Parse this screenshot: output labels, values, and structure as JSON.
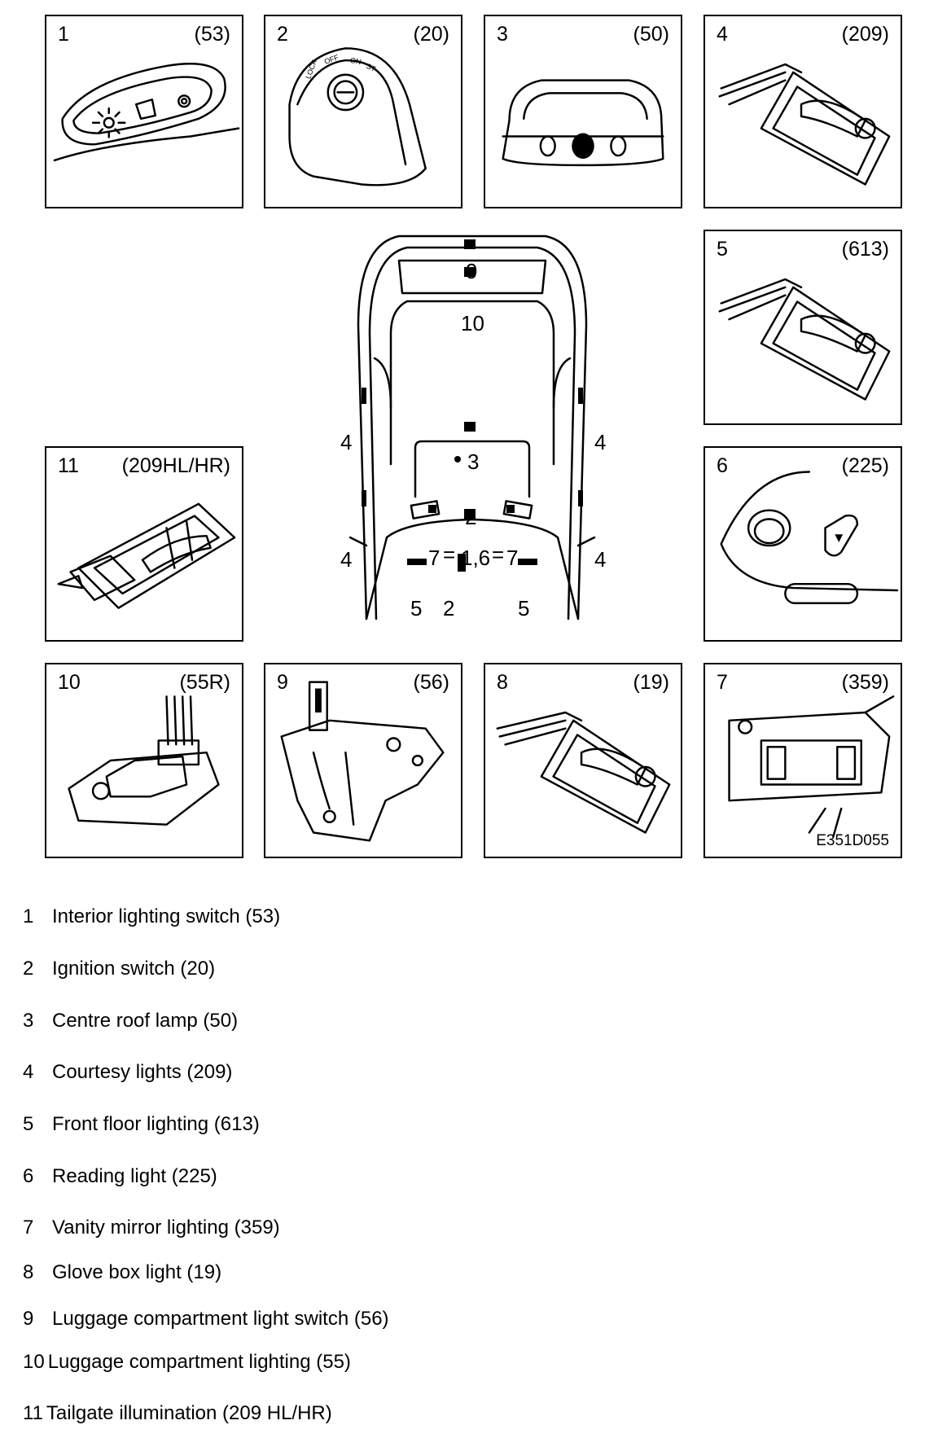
{
  "panels": [
    {
      "num": "1",
      "code": "(53)"
    },
    {
      "num": "2",
      "code": "(20)"
    },
    {
      "num": "3",
      "code": "(50)"
    },
    {
      "num": "4",
      "code": "(209)"
    },
    {
      "num": "5",
      "code": "(613)"
    },
    {
      "num": "11",
      "code": "(209HL/HR)"
    },
    {
      "num": "6",
      "code": "(225)"
    },
    {
      "num": "10",
      "code": "(55R)"
    },
    {
      "num": "9",
      "code": "(56)"
    },
    {
      "num": "8",
      "code": "(19)"
    },
    {
      "num": "7",
      "code": "(359)"
    }
  ],
  "ignition_texts": [
    "LOCK",
    "OFF",
    "ON",
    "ST"
  ],
  "figure_ref": "E351D055",
  "car_labels": {
    "l9": "9",
    "l10": "10",
    "l3": "3",
    "l2dot": "2",
    "l4a": "4",
    "l4b": "4",
    "l4c": "4",
    "l4d": "4",
    "l7a": "7",
    "l16": "1,6",
    "l7b": "7",
    "l5a": "5",
    "l2": "2",
    "l5b": "5"
  },
  "legend": [
    {
      "num": "1",
      "text": "Interior lighting switch (53)"
    },
    {
      "num": "2",
      "text": "Ignition switch (20)"
    },
    {
      "num": "3",
      "text": "Centre roof lamp (50)"
    },
    {
      "num": "4",
      "text": "Courtesy lights (209)"
    },
    {
      "num": "5",
      "text": "Front floor lighting (613)"
    },
    {
      "num": "6",
      "text": "Reading light (225)"
    },
    {
      "num": "7",
      "text": "Vanity mirror lighting (359)"
    },
    {
      "num": "8",
      "text": "Glove box light (19)"
    },
    {
      "num": "9",
      "text": "Luggage compartment light switch (56)"
    },
    {
      "num": "10",
      "text": "Luggage compartment lighting (55)"
    },
    {
      "num": "11",
      "text": "Tailgate illumination (209 HL/HR)"
    }
  ]
}
